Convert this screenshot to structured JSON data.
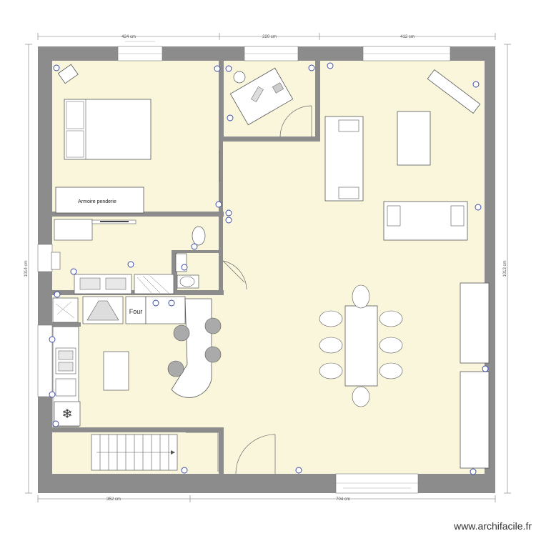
{
  "dimensions": {
    "top": [
      "424 cm",
      "220 cm",
      "412 cm"
    ],
    "bottom": [
      "352 cm",
      "704 cm"
    ],
    "left": "1014 cm",
    "right": "1013 cm"
  },
  "labels": {
    "wardrobe": "Armoire  penderie",
    "oven": "Four"
  },
  "watermark": "www.archifacile.fr",
  "colors": {
    "wall": "#8c8c8c",
    "floor": "#f9f6dc",
    "outline": "#555555",
    "outlet": "#3344aa"
  }
}
